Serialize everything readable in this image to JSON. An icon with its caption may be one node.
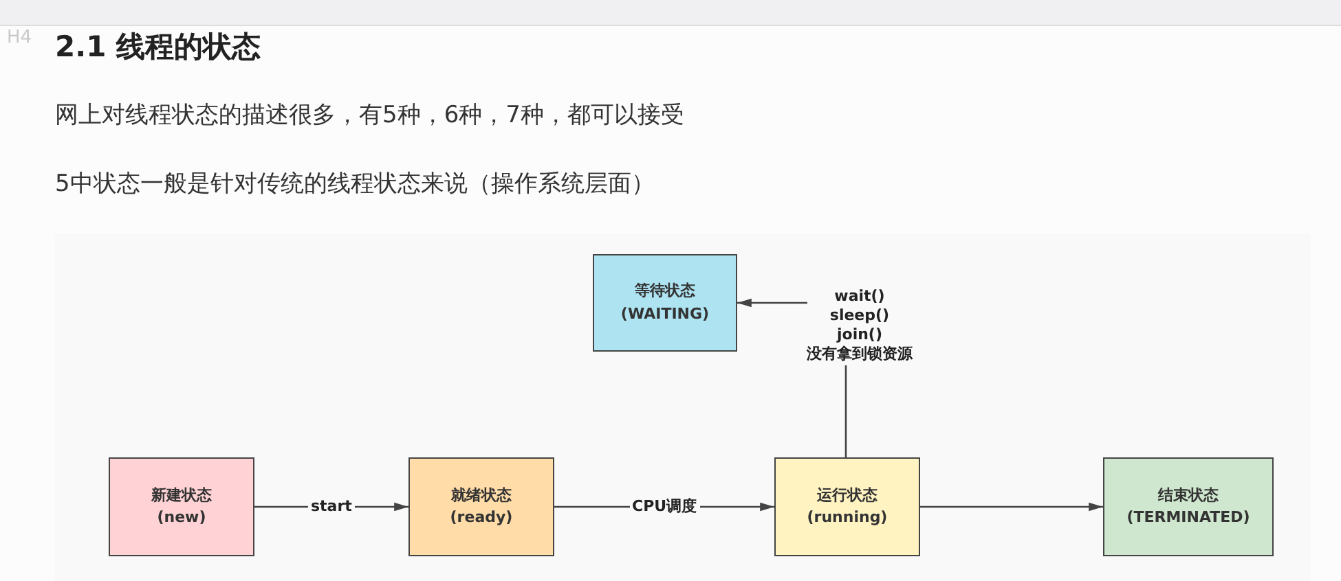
{
  "diagram": {
    "title": "2.1 线程的状态",
    "nodes": [
      {
        "text": [
          "等待状态",
          "(WAITING)"
        ]
      },
      {
        "text": [
          "新建状态",
          "(new)"
        ]
      },
      {
        "text": [
          "就绪状态",
          "(ready)"
        ]
      },
      {
        "text": [
          "运行状态",
          "(running)"
        ]
      },
      {
        "text": [
          "结束状态",
          "(TERMINATED)"
        ]
      }
    ],
    "edges": [
      {
        "from": 1,
        "to": 2,
        "arrow": "to",
        "label": "start"
      },
      {
        "from": 2,
        "to": 3,
        "arrow": "to",
        "label": "CPU调度"
      },
      {
        "from": 3,
        "to": 4,
        "arrow": "to"
      },
      {
        "from": 3,
        "to": 0,
        "arrow": "to",
        "label": "wait() sleep() join() 没有拿到锁资源"
      }
    ],
    "labels": [
      "H4",
      "网上对线程状态的描述很多，有5种，6种，7种，都可以接受",
      "5中状态一般是针对传统的线程状态来说（操作系统层面）"
    ]
  }
}
